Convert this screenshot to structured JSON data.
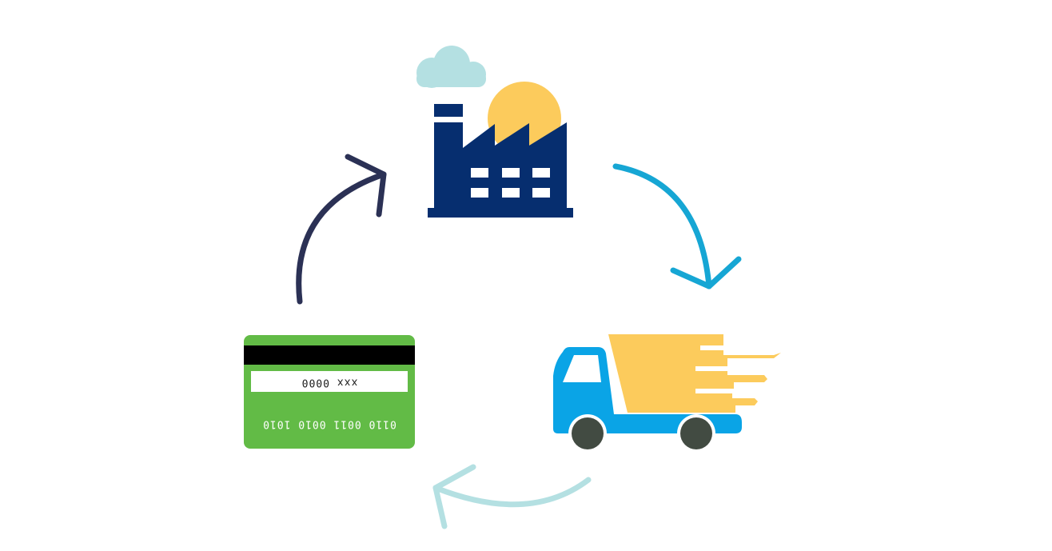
{
  "colors": {
    "background": "#ffffff",
    "factory": "#062e6f",
    "sun": "#fccb5c",
    "cloud": "#b4e0e2",
    "arrow_factory_to_truck": "#16a6d4",
    "arrow_truck_to_card": "#b4e0e2",
    "arrow_card_to_factory": "#2b3155",
    "truck_cab": "#0aa4e6",
    "truck_cargo": "#fccb5c",
    "truck_wheel": "#424b42",
    "card_body": "#62bb46",
    "card_stripe": "#000000",
    "card_signature": "#ffffff"
  },
  "nodes": {
    "factory": {
      "icon": "factory-icon"
    },
    "truck": {
      "icon": "delivery-truck-icon"
    },
    "card": {
      "icon": "credit-card-back-icon",
      "signature_text": "xxx 0000",
      "number_text": "0110 0011 0010 1010"
    }
  },
  "arrows": [
    {
      "from": "factory",
      "to": "truck"
    },
    {
      "from": "truck",
      "to": "card"
    },
    {
      "from": "card",
      "to": "factory"
    }
  ]
}
